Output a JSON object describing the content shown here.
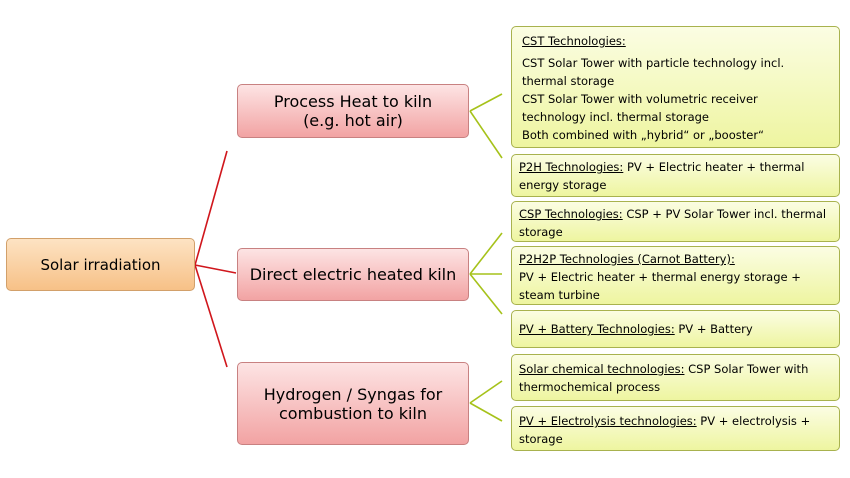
{
  "root": {
    "label": "Solar irradiation"
  },
  "branches": [
    {
      "label": "Process Heat to kiln\n(e.g. hot air)"
    },
    {
      "label": "Direct electric heated kiln"
    },
    {
      "label": "Hydrogen / Syngas for\ncombustion to kiln"
    }
  ],
  "leaves": {
    "cst": {
      "title": "CST Technologies:",
      "lines": [
        "CST Solar Tower with particle technology incl.",
        "thermal storage",
        "CST Solar Tower with volumetric receiver",
        "technology incl. thermal storage",
        "Both combined with „hybrid“ or „booster“"
      ]
    },
    "p2h": {
      "title": "P2H Technologies:",
      "text": " PV + Electric heater + thermal energy storage"
    },
    "csp": {
      "title": "CSP Technologies:",
      "text": " CSP + PV Solar Tower incl. thermal storage"
    },
    "p2h2p": {
      "title": "P2H2P Technologies (Carnot Battery):",
      "lines": [
        "PV + Electric heater + thermal energy storage +",
        "steam turbine"
      ]
    },
    "battery": {
      "title": "PV + Battery Technologies:",
      "text": " PV + Battery"
    },
    "solar_chem": {
      "title": "Solar chemical technologies:",
      "text": " CSP Solar Tower with thermochemical process"
    },
    "electrolysis": {
      "title": "PV + Electrolysis technologies:",
      "text": " PV + electrolysis + storage"
    }
  },
  "colors": {
    "root_connector": "#d0161c",
    "leaf_connector": "#a6c21a"
  }
}
